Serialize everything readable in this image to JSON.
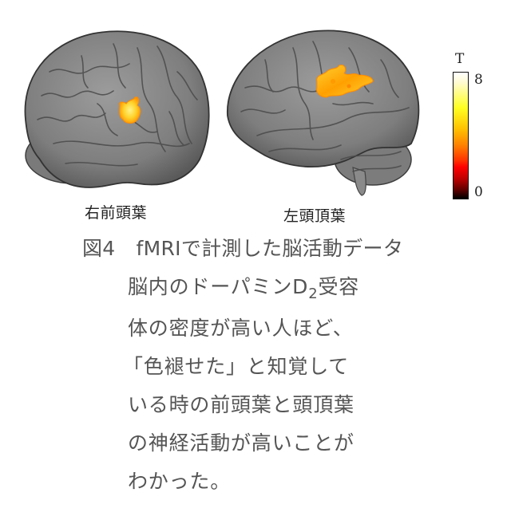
{
  "figure": {
    "brains": [
      {
        "view": "right-lateral",
        "label": "右前頭葉",
        "activation_region": "right frontal lobe"
      },
      {
        "view": "left-lateral",
        "label": "左頭頂葉",
        "activation_region": "left parietal lobe"
      }
    ],
    "colorbar": {
      "title": "T",
      "max_label": "8",
      "min_label": "0",
      "colors": {
        "top": "#ffffff",
        "upper": "#ffff20",
        "middle": "#ff8000",
        "lower": "#ff0000",
        "bottom": "#000000"
      }
    },
    "colors": {
      "brain_gray": "#8a8a8a",
      "activation_orange": "#ff9a00",
      "activation_yellow": "#ffe040"
    }
  },
  "caption": {
    "figure_number": "図4",
    "title": "fMRIで計測した脳活動データ",
    "body_lines": [
      {
        "pre": "脳内のドーパミンD",
        "sub": "2",
        "post": "受容"
      },
      {
        "text": "体の密度が高い人ほど、"
      },
      {
        "text": "「色褪せた」と知覚して"
      },
      {
        "text": "いる時の前頭葉と頭頂葉"
      },
      {
        "text": "の神経活動が高いことが"
      },
      {
        "text": "わかった。"
      }
    ]
  }
}
